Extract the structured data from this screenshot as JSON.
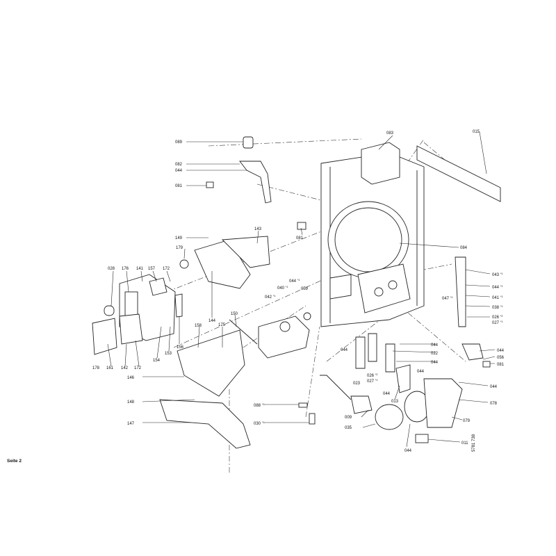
{
  "page_label": "Seite 2",
  "drawing_number": "5781 738",
  "labels": [
    "089",
    "082",
    "044",
    "081",
    "083",
    "015",
    "081",
    "084",
    "143",
    "149",
    "179",
    "028",
    "176",
    "141",
    "157",
    "172",
    "156",
    "144",
    "153",
    "154",
    "178",
    "161",
    "142",
    "172",
    "158",
    "175",
    "150",
    "146",
    "148",
    "147",
    "042",
    "040",
    "044",
    "059",
    "043",
    "044",
    "041",
    "038",
    "026",
    "027",
    "047",
    "044",
    "022",
    "044",
    "044",
    "023",
    "026",
    "027",
    "044",
    "044",
    "044",
    "056",
    "081",
    "044",
    "078",
    "079",
    "011",
    "013",
    "009",
    "035",
    "044",
    "088",
    "030"
  ],
  "footnotes": {
    "one": "*1",
    "two": "*2"
  }
}
